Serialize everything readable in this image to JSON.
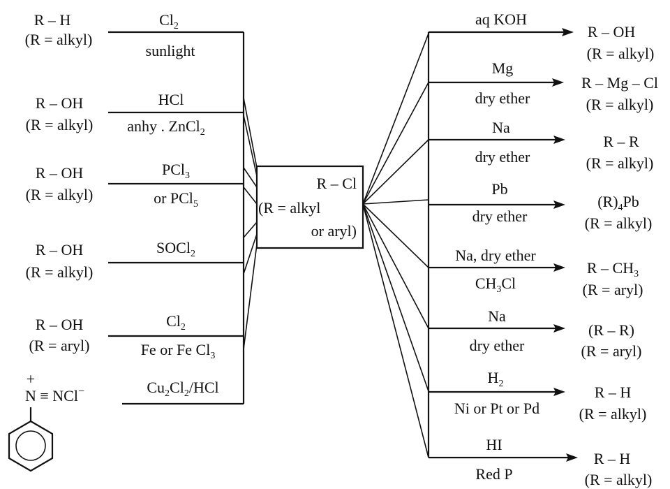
{
  "left_sources": [
    {
      "compound": [
        "R – H",
        "(R = alkyl)"
      ],
      "reagent_above": [
        "Cl",
        "2"
      ],
      "reagent_below": "sunlight"
    },
    {
      "compound": [
        "R – OH",
        "(R = alkyl)"
      ],
      "reagent_above": "HCl",
      "reagent_below": [
        "anhy .   ZnCl",
        "2"
      ]
    },
    {
      "compound": [
        "R – OH",
        "(R = alkyl)"
      ],
      "reagent_above": [
        "PCl",
        "3"
      ],
      "reagent_below": [
        "or PCl",
        "5"
      ]
    },
    {
      "compound": [
        "R – OH",
        "(R = alkyl)"
      ],
      "reagent_above": [
        "SOCl",
        "2"
      ],
      "reagent_below": ""
    },
    {
      "compound": [
        "R – OH",
        "(R = aryl)"
      ],
      "reagent_above": [
        "Cl",
        "2"
      ],
      "reagent_below": [
        "Fe or Fe Cl",
        "3"
      ]
    },
    {
      "compound_plus": "+",
      "compound": [
        "N ≡ NCl",
        "−"
      ],
      "reagent_above": [
        "Cu",
        "2",
        "Cl",
        "2",
        "/HCl"
      ],
      "reagent_below": ""
    }
  ],
  "center": {
    "line1": "R  –  Cl",
    "line2": "(R = alkyl",
    "line3": "or aryl)"
  },
  "right_products": [
    {
      "reagent_above": "aq KOH",
      "reagent_below": "",
      "product": [
        "R – OH",
        "(R = alkyl)"
      ]
    },
    {
      "reagent_above": "Mg",
      "reagent_below": "dry ether",
      "product": [
        "R – Mg – Cl",
        "(R = alkyl)"
      ]
    },
    {
      "reagent_above": "Na",
      "reagent_below": "dry ether",
      "product": [
        "R – R",
        "(R = alkyl)"
      ]
    },
    {
      "reagent_above": "Pb",
      "reagent_below": "dry ether",
      "product": [
        "(R)",
        "4",
        "Pb",
        "(R = alkyl)"
      ]
    },
    {
      "reagent_above": "Na, dry ether",
      "reagent_below": [
        "CH",
        "3",
        "Cl"
      ],
      "product": [
        "R – CH",
        "3",
        "(R = aryl)"
      ]
    },
    {
      "reagent_above": "Na",
      "reagent_below": "dry ether",
      "product": [
        "(R – R)",
        "(R = aryl)"
      ]
    },
    {
      "reagent_above": [
        "H",
        "2"
      ],
      "reagent_below": "Ni or Pt or Pd",
      "product": [
        "R – H",
        "(R = alkyl)"
      ]
    },
    {
      "reagent_above": "HI",
      "reagent_below": "Red P",
      "product": [
        "R – H",
        "(R = alkyl)"
      ]
    }
  ]
}
